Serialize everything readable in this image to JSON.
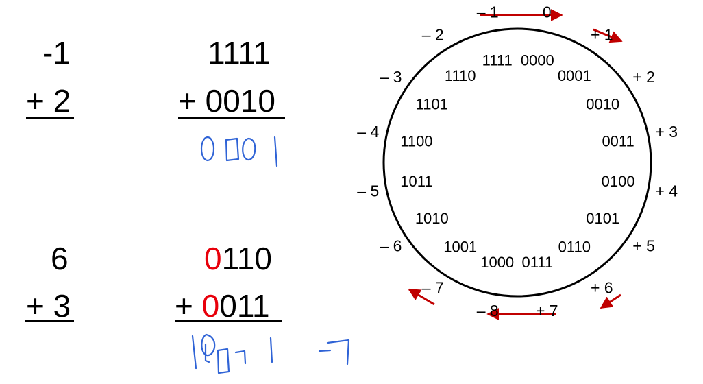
{
  "left_column": {
    "ex1_top": "-1",
    "ex1_bottom": "+ 2",
    "ex2_top": "6",
    "ex2_bottom": "+ 3"
  },
  "binary_column": {
    "ex1_top": "1111",
    "ex1_bottom": "+ 0010",
    "ex2_top_highlight": "0",
    "ex2_top_rest": "110",
    "ex2_bottom_prefix": "+ ",
    "ex2_bottom_highlight": "0",
    "ex2_bottom_rest": "011"
  },
  "handwriting": {
    "ex1_result": "0001",
    "ex2_result": "1001",
    "ex2_decimal": "-7",
    "ink_color": "#2f63d6"
  },
  "wheel": {
    "inner_codes": [
      "0000",
      "0001",
      "0010",
      "0011",
      "0100",
      "0101",
      "0110",
      "0111",
      "1000",
      "1001",
      "1010",
      "1011",
      "1100",
      "1101",
      "1110",
      "1111"
    ],
    "outer_values": [
      "0",
      "+ 1",
      "+ 2",
      "+ 3",
      "+ 4",
      "+ 5",
      "+ 6",
      "+ 7",
      "– 8",
      "– 7",
      "– 6",
      "– 5",
      "– 4",
      "– 3",
      "– 2",
      "– 1"
    ],
    "arrow_color": "#c00000"
  },
  "colors": {
    "highlight": "#e8000b",
    "text": "#000000"
  }
}
